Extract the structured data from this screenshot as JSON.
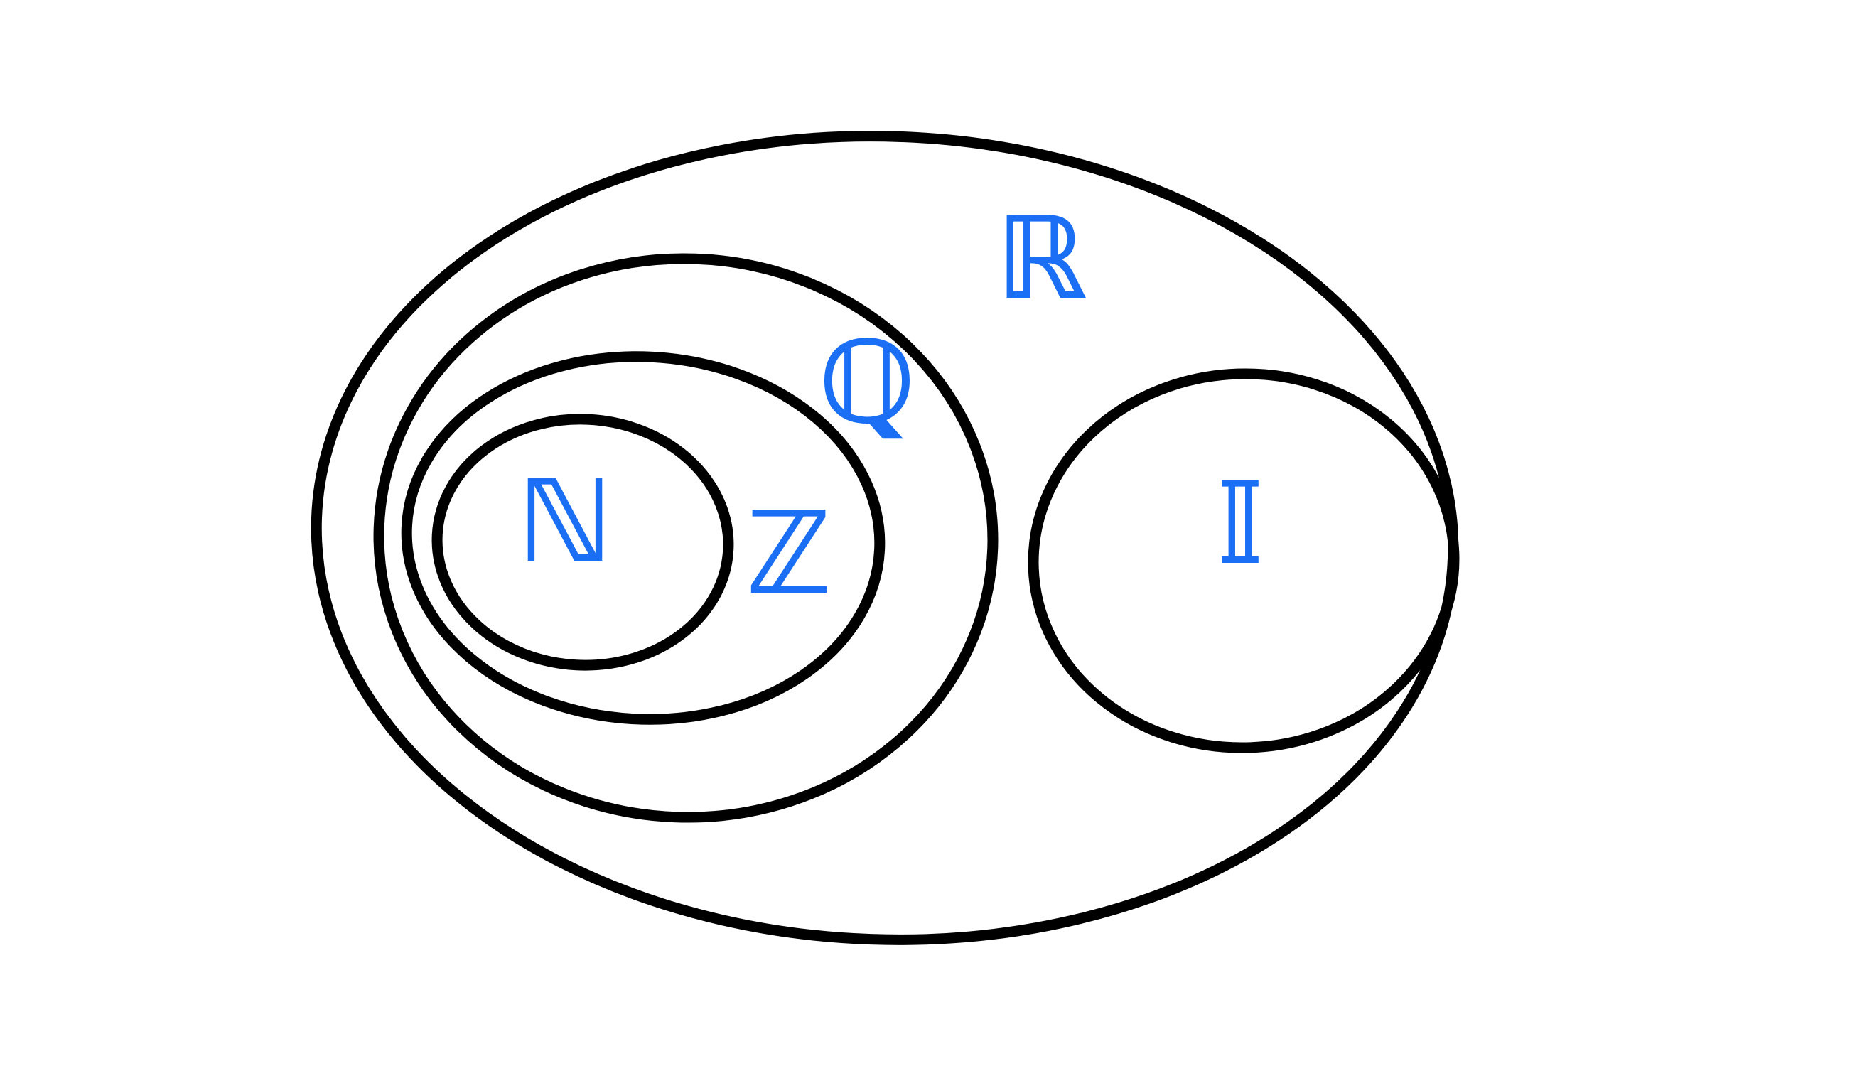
{
  "diagram": {
    "type": "nested-set-venn",
    "stroke_color": "#000000",
    "label_color": "#1a6ff5",
    "background_color": "#ffffff",
    "sets": [
      {
        "id": "real",
        "label": "ℝ",
        "contains": [
          "rational",
          "irrational"
        ]
      },
      {
        "id": "rational",
        "label": "ℚ",
        "contains": [
          "integer"
        ]
      },
      {
        "id": "integer",
        "label": "ℤ",
        "contains": [
          "natural"
        ]
      },
      {
        "id": "natural",
        "label": "ℕ",
        "contains": []
      },
      {
        "id": "irrational",
        "label": "𝕀",
        "contains": []
      }
    ]
  }
}
